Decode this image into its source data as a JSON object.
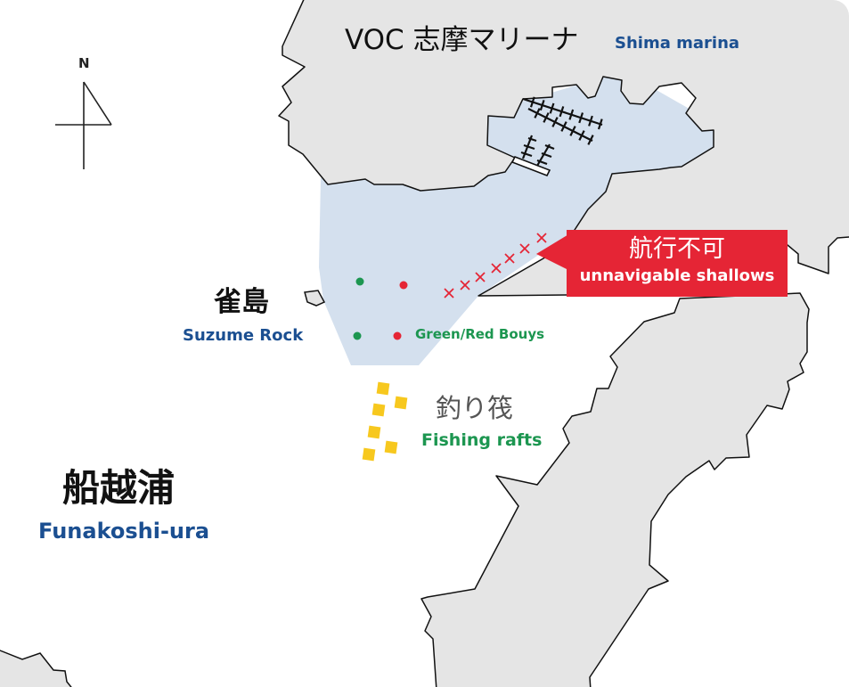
{
  "compass": {
    "north_label": "N"
  },
  "marina": {
    "name_ja": "VOC 志摩マリーナ",
    "name_en": "Shima marina"
  },
  "suzume": {
    "name_ja": "雀島",
    "name_en": "Suzume Rock"
  },
  "buoys": {
    "label": "Green/Red Bouys",
    "green_color": "#1c9650",
    "red_color": "#e52535"
  },
  "rafts": {
    "name_ja": "釣り筏",
    "name_en": "Fishing rafts",
    "color": "#f7c81e"
  },
  "warning": {
    "title_ja": "航行不可",
    "subtitle_en": "unnavigable shallows",
    "color": "#e52535"
  },
  "bay": {
    "name_ja": "船越浦",
    "name_en": "Funakoshi-ura"
  },
  "colors": {
    "land": "#e5e5e5",
    "marina_water": "#d4e0ee",
    "label_blue": "#1b4f91"
  }
}
